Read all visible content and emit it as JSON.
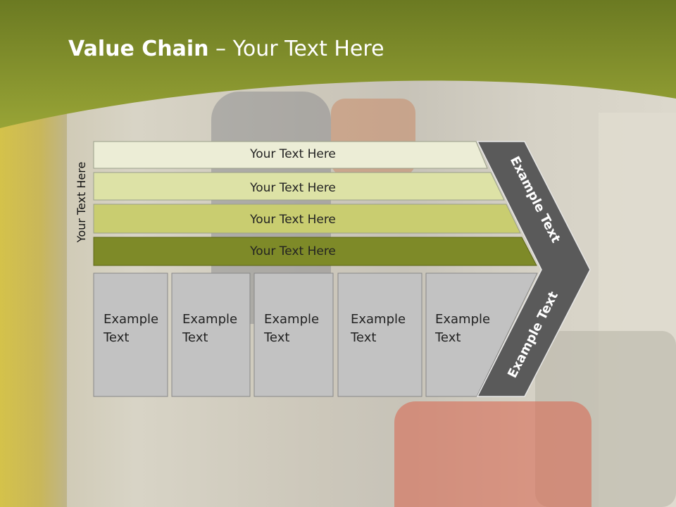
{
  "title": {
    "bold": "Value Chain",
    "rest": " – Your Text Here"
  },
  "side_label": "Your Text Here",
  "rows": [
    {
      "label": "Your Text Here",
      "color": "#ecedd6"
    },
    {
      "label": "Your Text Here",
      "color": "#dde2a6"
    },
    {
      "label": "Your Text Here",
      "color": "#c9cd70"
    },
    {
      "label": "Your Text Here",
      "color": "#7e8a28"
    }
  ],
  "boxes": [
    {
      "line1": "Example",
      "line2": "Text"
    },
    {
      "line1": "Example",
      "line2": "Text"
    },
    {
      "line1": "Example",
      "line2": "Text"
    },
    {
      "line1": "Example",
      "line2": "Text"
    },
    {
      "line1": "Example",
      "line2": "Text"
    }
  ],
  "chevron": {
    "upper_label": "Example Text",
    "lower_label": "Example Text",
    "color": "#5a5a5a"
  },
  "colors": {
    "header": "#7a8a28",
    "box": "#c2c2c2"
  }
}
